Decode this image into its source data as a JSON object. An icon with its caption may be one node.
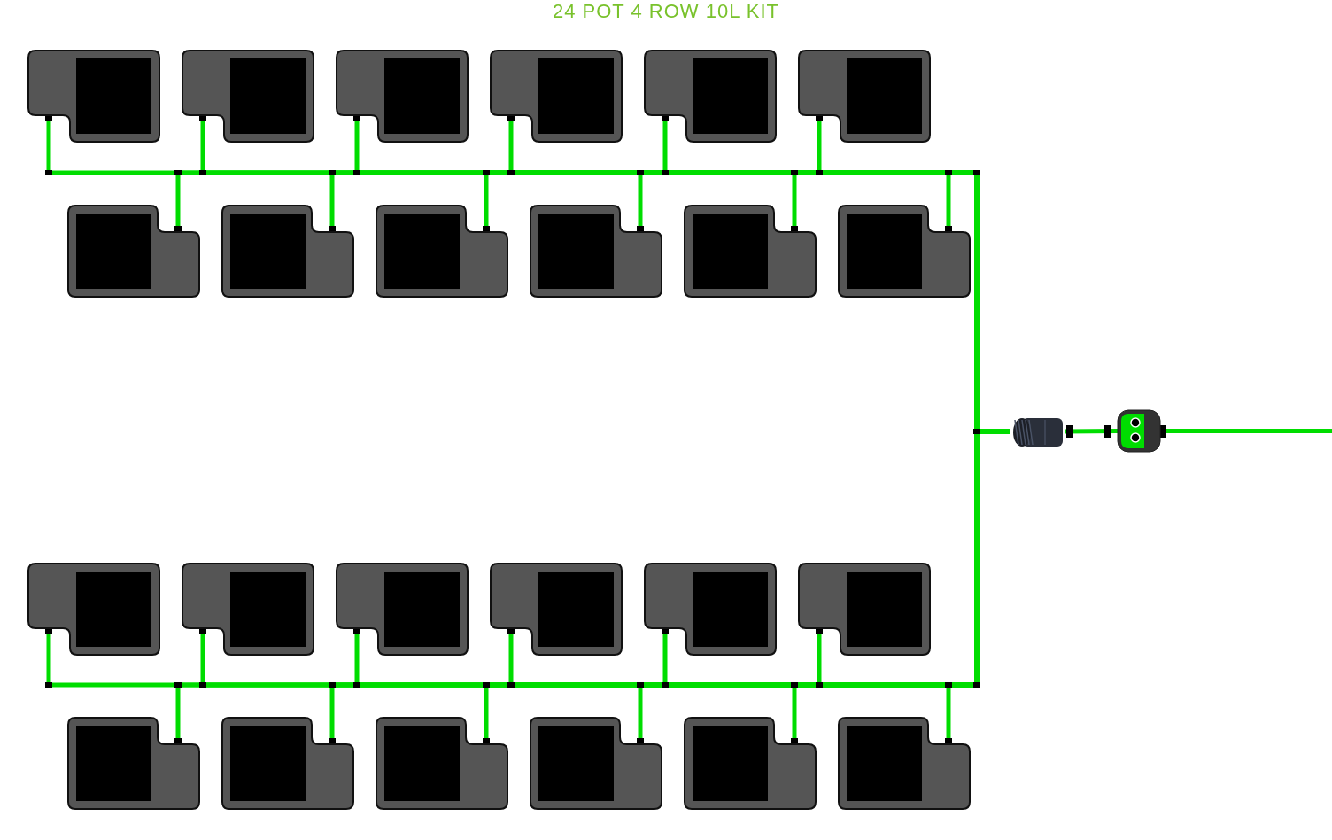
{
  "diagram": {
    "title": "24 POT 4 ROW 10L KIT",
    "nodes": [
      {
        "text": [],
        "shape": "box"
      },
      {
        "text": [],
        "shape": "box"
      },
      {
        "text": [],
        "shape": "box"
      },
      {
        "text": [],
        "shape": "box"
      },
      {
        "text": [],
        "shape": "box"
      },
      {
        "text": [],
        "shape": "box"
      },
      {
        "text": [],
        "shape": "box"
      },
      {
        "text": [],
        "shape": "box"
      },
      {
        "text": [],
        "shape": "box"
      },
      {
        "text": [],
        "shape": "box"
      },
      {
        "text": [],
        "shape": "box"
      },
      {
        "text": [],
        "shape": "box"
      },
      {
        "text": [],
        "shape": "box"
      },
      {
        "text": [],
        "shape": "box"
      },
      {
        "text": [],
        "shape": "box"
      },
      {
        "text": [],
        "shape": "box"
      },
      {
        "text": [],
        "shape": "box"
      },
      {
        "text": [],
        "shape": "box"
      },
      {
        "text": [],
        "shape": "box"
      },
      {
        "text": [],
        "shape": "box"
      },
      {
        "text": [],
        "shape": "box"
      },
      {
        "text": [],
        "shape": "box"
      },
      {
        "text": [],
        "shape": "box"
      },
      {
        "text": [],
        "shape": "box"
      },
      {
        "text": [],
        "shape": "picture"
      },
      {
        "text": [],
        "shape": "picture"
      }
    ],
    "edges": [
      {
        "from": null,
        "to": 25,
        "arrow": "none"
      },
      {
        "from": 25,
        "to": 24,
        "arrow": "none"
      },
      {
        "from": 24,
        "to": 0,
        "arrow": "none"
      },
      {
        "from": 24,
        "to": 1,
        "arrow": "none"
      },
      {
        "from": 24,
        "to": 2,
        "arrow": "none"
      },
      {
        "from": 24,
        "to": 3,
        "arrow": "none"
      },
      {
        "from": 24,
        "to": 4,
        "arrow": "none"
      },
      {
        "from": 24,
        "to": 5,
        "arrow": "none"
      },
      {
        "from": 24,
        "to": 6,
        "arrow": "none"
      },
      {
        "from": 24,
        "to": 7,
        "arrow": "none"
      },
      {
        "from": 24,
        "to": 8,
        "arrow": "none"
      },
      {
        "from": 24,
        "to": 9,
        "arrow": "none"
      },
      {
        "from": 24,
        "to": 10,
        "arrow": "none"
      },
      {
        "from": 24,
        "to": 11,
        "arrow": "none"
      },
      {
        "from": 24,
        "to": 12,
        "arrow": "none"
      },
      {
        "from": 24,
        "to": 13,
        "arrow": "none"
      },
      {
        "from": 24,
        "to": 14,
        "arrow": "none"
      },
      {
        "from": 24,
        "to": 15,
        "arrow": "none"
      },
      {
        "from": 24,
        "to": 16,
        "arrow": "none"
      },
      {
        "from": 24,
        "to": 17,
        "arrow": "none"
      },
      {
        "from": 24,
        "to": 18,
        "arrow": "none"
      },
      {
        "from": 24,
        "to": 19,
        "arrow": "none"
      },
      {
        "from": 24,
        "to": 20,
        "arrow": "none"
      },
      {
        "from": 24,
        "to": 21,
        "arrow": "none"
      },
      {
        "from": 24,
        "to": 22,
        "arrow": "none"
      },
      {
        "from": 24,
        "to": 23,
        "arrow": "none"
      }
    ]
  }
}
